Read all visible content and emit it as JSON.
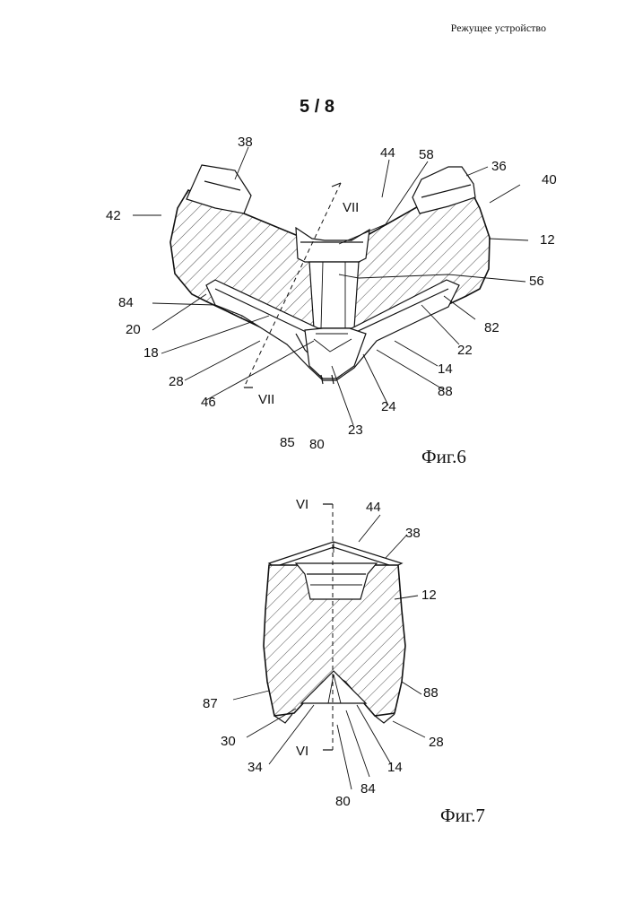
{
  "header": {
    "title": "Режущее устройство",
    "page": "5 / 8"
  },
  "figures": [
    {
      "caption": "Фиг.6",
      "section_marks": [
        "VII",
        "VII"
      ],
      "reference_numerals": [
        "38",
        "44",
        "58",
        "36",
        "40",
        "42",
        "12",
        "56",
        "84",
        "20",
        "18",
        "82",
        "22",
        "28",
        "14",
        "46",
        "88",
        "24",
        "23",
        "85",
        "80"
      ]
    },
    {
      "caption": "Фиг.7",
      "section_marks": [
        "VI",
        "VI"
      ],
      "reference_numerals": [
        "44",
        "38",
        "12",
        "87",
        "88",
        "30",
        "28",
        "34",
        "14",
        "84",
        "80"
      ]
    }
  ]
}
